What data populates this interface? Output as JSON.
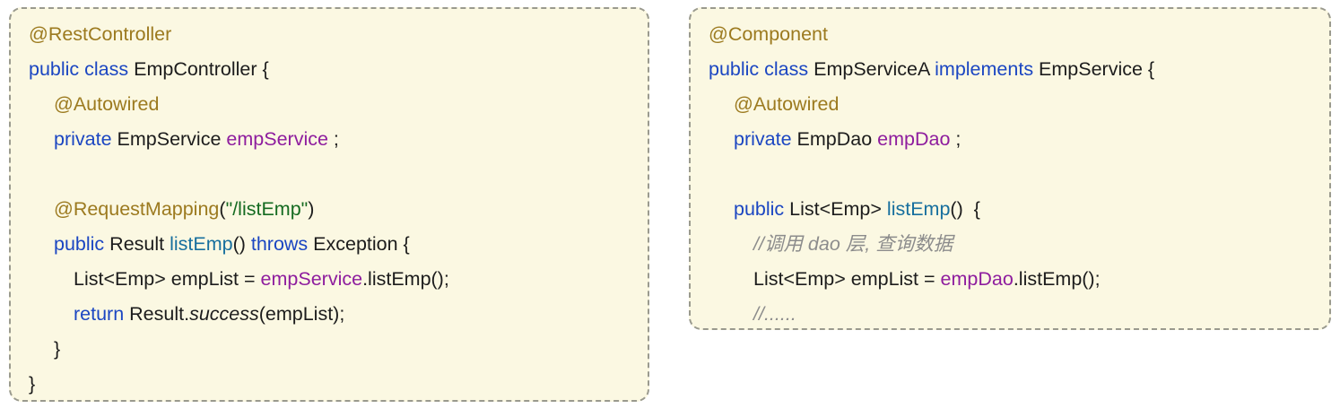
{
  "colors": {
    "panel_background": "#fbf8e2",
    "panel_border": "#9a9a8e",
    "keyword_blue": "#1b46c2",
    "annotation_gold": "#9c7a1f",
    "string_green": "#156b21",
    "field_purple": "#8e1d9e",
    "method_teal": "#176f9e",
    "comment_gray": "#8c8c8c",
    "plain_text": "#1c1c1c"
  },
  "panels": [
    {
      "id": "controller",
      "name": "emp-controller-code-panel",
      "lines": [
        {
          "indent": 0,
          "tokens": [
            {
              "s": "ann",
              "t": "@RestController"
            }
          ]
        },
        {
          "indent": 0,
          "tokens": [
            {
              "s": "kw",
              "t": "public class"
            },
            {
              "s": "plain",
              "t": " EmpController {"
            }
          ]
        },
        {
          "indent": 1,
          "tokens": [
            {
              "s": "ann",
              "t": "@Autowired"
            }
          ]
        },
        {
          "indent": 1,
          "tokens": [
            {
              "s": "kw",
              "t": "private"
            },
            {
              "s": "plain",
              "t": " EmpService "
            },
            {
              "s": "field",
              "t": "empService"
            },
            {
              "s": "plain",
              "t": " ;"
            }
          ]
        },
        {
          "indent": 0,
          "tokens": []
        },
        {
          "indent": 1,
          "tokens": [
            {
              "s": "ann",
              "t": "@RequestMapping"
            },
            {
              "s": "plain",
              "t": "("
            },
            {
              "s": "str",
              "t": "\"/listEmp\""
            },
            {
              "s": "plain",
              "t": ")"
            }
          ]
        },
        {
          "indent": 1,
          "tokens": [
            {
              "s": "kw",
              "t": "public"
            },
            {
              "s": "plain",
              "t": " Result "
            },
            {
              "s": "method",
              "t": "listEmp"
            },
            {
              "s": "plain",
              "t": "() "
            },
            {
              "s": "kw",
              "t": "throws"
            },
            {
              "s": "plain",
              "t": " Exception {"
            }
          ]
        },
        {
          "indent": 2,
          "tokens": [
            {
              "s": "plain",
              "t": "List<Emp> empList = "
            },
            {
              "s": "field",
              "t": "empService"
            },
            {
              "s": "plain",
              "t": ".listEmp();"
            }
          ]
        },
        {
          "indent": 2,
          "tokens": [
            {
              "s": "kw",
              "t": "return"
            },
            {
              "s": "plain",
              "t": " Result."
            },
            {
              "s": "static",
              "t": "success"
            },
            {
              "s": "plain",
              "t": "(empList);"
            }
          ]
        },
        {
          "indent": 1,
          "tokens": [
            {
              "s": "plain",
              "t": "}"
            }
          ]
        },
        {
          "indent": 0,
          "tokens": [
            {
              "s": "plain",
              "t": "}"
            }
          ]
        }
      ]
    },
    {
      "id": "service",
      "name": "emp-service-code-panel",
      "lines": [
        {
          "indent": 0,
          "tokens": [
            {
              "s": "ann",
              "t": "@Component"
            }
          ]
        },
        {
          "indent": 0,
          "tokens": [
            {
              "s": "kw",
              "t": "public class"
            },
            {
              "s": "plain",
              "t": " EmpServiceA "
            },
            {
              "s": "kw",
              "t": "implements"
            },
            {
              "s": "plain",
              "t": " EmpService {"
            }
          ]
        },
        {
          "indent": 1,
          "tokens": [
            {
              "s": "ann",
              "t": "@Autowired"
            }
          ]
        },
        {
          "indent": 1,
          "tokens": [
            {
              "s": "kw",
              "t": "private"
            },
            {
              "s": "plain",
              "t": " EmpDao "
            },
            {
              "s": "field",
              "t": "empDao"
            },
            {
              "s": "plain",
              "t": " ;"
            }
          ]
        },
        {
          "indent": 0,
          "tokens": []
        },
        {
          "indent": 1,
          "tokens": [
            {
              "s": "kw",
              "t": "public"
            },
            {
              "s": "plain",
              "t": " List<Emp> "
            },
            {
              "s": "method",
              "t": "listEmp"
            },
            {
              "s": "plain",
              "t": "()  {"
            }
          ]
        },
        {
          "indent": 2,
          "tokens": [
            {
              "s": "cmt",
              "t": "//调用 dao 层, 查询数据"
            }
          ]
        },
        {
          "indent": 2,
          "tokens": [
            {
              "s": "plain",
              "t": "List<Emp> empList = "
            },
            {
              "s": "field",
              "t": "empDao"
            },
            {
              "s": "plain",
              "t": ".listEmp();"
            }
          ]
        },
        {
          "indent": 2,
          "tokens": [
            {
              "s": "cmt",
              "t": "//......"
            }
          ]
        }
      ]
    }
  ]
}
